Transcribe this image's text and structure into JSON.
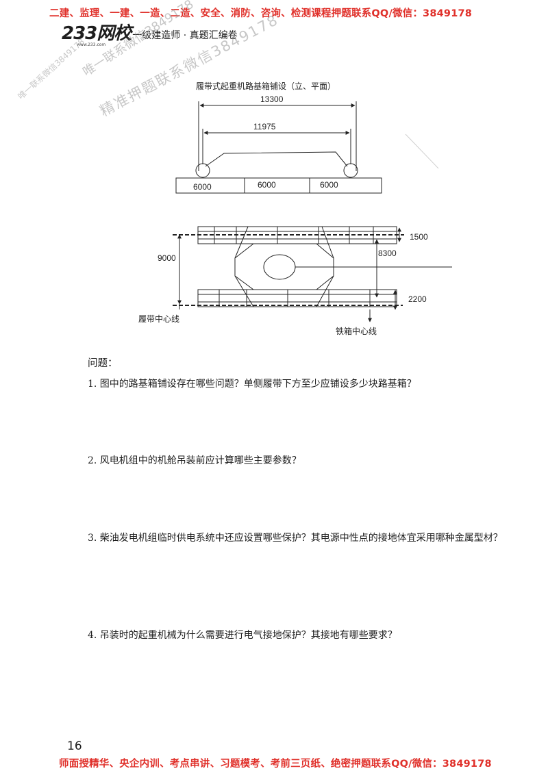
{
  "banners": {
    "top": "二建、监理、一建、一造、二造、安全、消防、咨询、检测课程押题联系QQ/微信：3849178",
    "bottom": "师面授精华、央企内训、考点串讲、习题模考、考前三页纸、绝密押题联系QQ/微信：3849178",
    "color": "#e0302a"
  },
  "header": {
    "logo": "233网校",
    "logo_url": "www.233.com",
    "title": "一级建造师 · 真题汇编卷"
  },
  "watermarks": {
    "line1": "唯一联系微信3849178",
    "line2": "唯一联系微信3849178",
    "line3": "精准押题联系微信3849178"
  },
  "diagram": {
    "elevation_title": "履带式起重机路基箱铺设（立、平面）",
    "dim_outer": "13300",
    "dim_inner": "11975",
    "box_lengths": [
      "6000",
      "6000",
      "6000"
    ],
    "dim_height": "9000",
    "dim_top": "1500",
    "dim_center": "8300",
    "dim_bottom": "2200",
    "label_track_center": "履带中心线",
    "label_box_center": "铁箱中心线"
  },
  "questions": {
    "heading": "问题：",
    "items": [
      "1. 图中的路基箱铺设存在哪些问题？单侧履带下方至少应铺设多少块路基箱？",
      "2. 风电机组中的机舱吊装前应计算哪些主要参数？",
      "3. 柴油发电机组临时供电系统中还应设置哪些保护？其电源中性点的接地体宜采用哪种金属型材？",
      "4. 吊装时的起重机械为什么需要进行电气接地保护？其接地有哪些要求？"
    ]
  },
  "page_number": "16"
}
